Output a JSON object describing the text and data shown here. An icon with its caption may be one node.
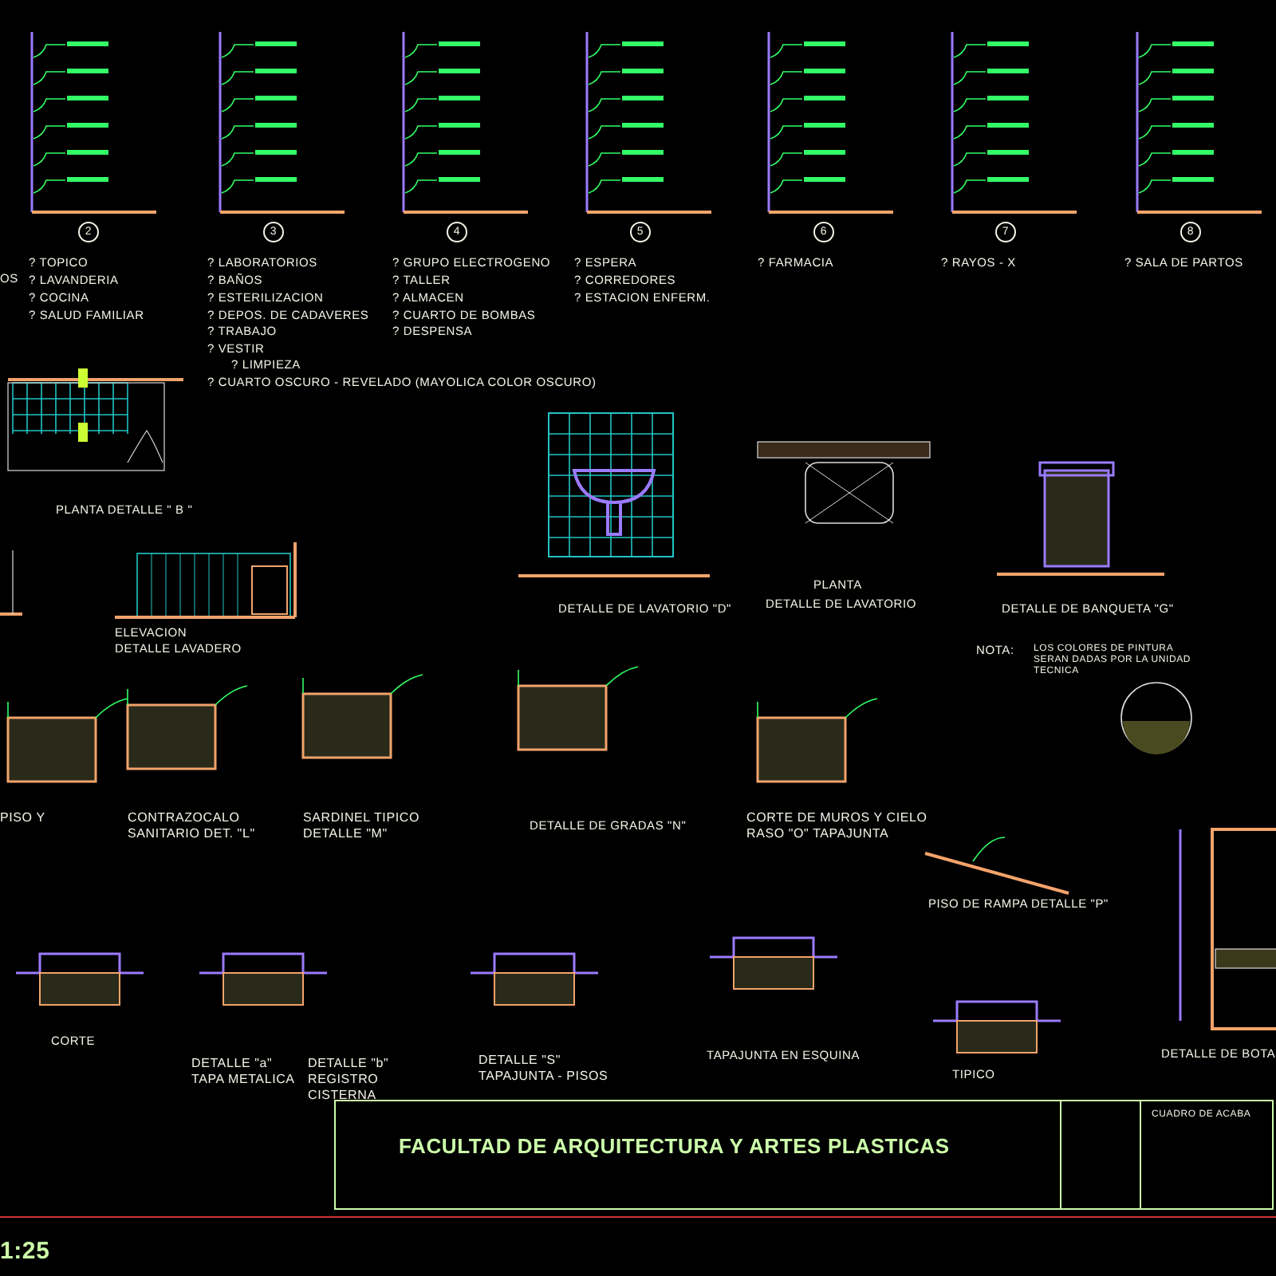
{
  "diagram": {
    "title": "FACULTAD DE ARQUITECTURA Y ARTES PLASTICAS",
    "labels": [
      "2",
      "3",
      "4",
      "5",
      "6",
      "7",
      "8",
      "OS",
      "? TOPICO",
      "? LAVANDERIA",
      "? COCINA",
      "? SALUD FAMILIAR",
      "? LABORATORIOS",
      "? BAÑOS",
      "? ESTERILIZACION",
      "? DEPOS. DE CADAVERES",
      "? TRABAJO",
      "? VESTIR",
      "? LIMPIEZA",
      "? CUARTO OSCURO - REVELADO (MAYOLICA COLOR OSCURO)",
      "? GRUPO ELECTROGENO",
      "? TALLER",
      "? ALMACEN",
      "? CUARTO DE BOMBAS",
      "? DESPENSA",
      "? ESPERA",
      "? CORREDORES",
      "? ESTACION ENFERM.",
      "? FARMACIA",
      "? RAYOS - X",
      "? SALA DE PARTOS",
      "PLANTA DETALLE \" B \"",
      "DETALLE DE LAVATORIO \"D\"",
      "PLANTA",
      "DETALLE DE LAVATORIO",
      "DETALLE DE BANQUETA \"G\"",
      "ELEVACION",
      "DETALLE LAVADERO",
      "NOTA:",
      "LOS COLORES DE PINTURA SERAN DADAS POR LA UNIDAD TECNICA",
      "PISO Y",
      "CONTRAZOCALO SANITARIO DET. \"L\"",
      "SARDINEL TIPICO DETALLE \"M\"",
      "DETALLE DE GRADAS \"N\"",
      "CORTE DE MUROS Y CIELO RASO \"O\" TAPAJUNTA",
      "PISO DE RAMPA DETALLE \"P\"",
      "CORTE",
      "DETALLE \"a\" TAPA METALICA",
      "DETALLE \"b\" REGISTRO CISTERNA",
      "DETALLE \"S\" TAPAJUNTA - PISOS",
      "TAPAJUNTA EN ESQUINA",
      "TIPICO",
      "DETALLE DE BOTA",
      "CUADRO DE ACABA",
      "1:25"
    ]
  }
}
